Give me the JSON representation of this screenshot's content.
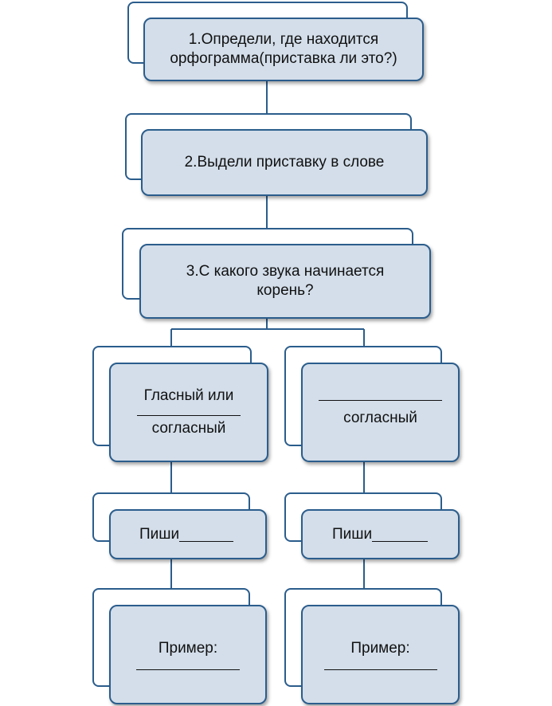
{
  "step1": {
    "line1": "1.Определи, где находится",
    "line2": "орфограмма(приставка ли это?)"
  },
  "step2": {
    "text": "2.Выдели приставку в слове"
  },
  "step3": {
    "line1": "3.С какого звука начинается",
    "line2": "корень?"
  },
  "left": {
    "sound": {
      "line1": "Гласный или",
      "line2": "согласный"
    },
    "write": {
      "text": "Пиши"
    },
    "example": {
      "text": "Пример:"
    }
  },
  "right": {
    "sound": {
      "line2": "согласный"
    },
    "write": {
      "text": "Пиши"
    },
    "example": {
      "text": "Пример:"
    }
  },
  "colors": {
    "box_fill": "#d3deea",
    "border": "#2b5d8c"
  }
}
